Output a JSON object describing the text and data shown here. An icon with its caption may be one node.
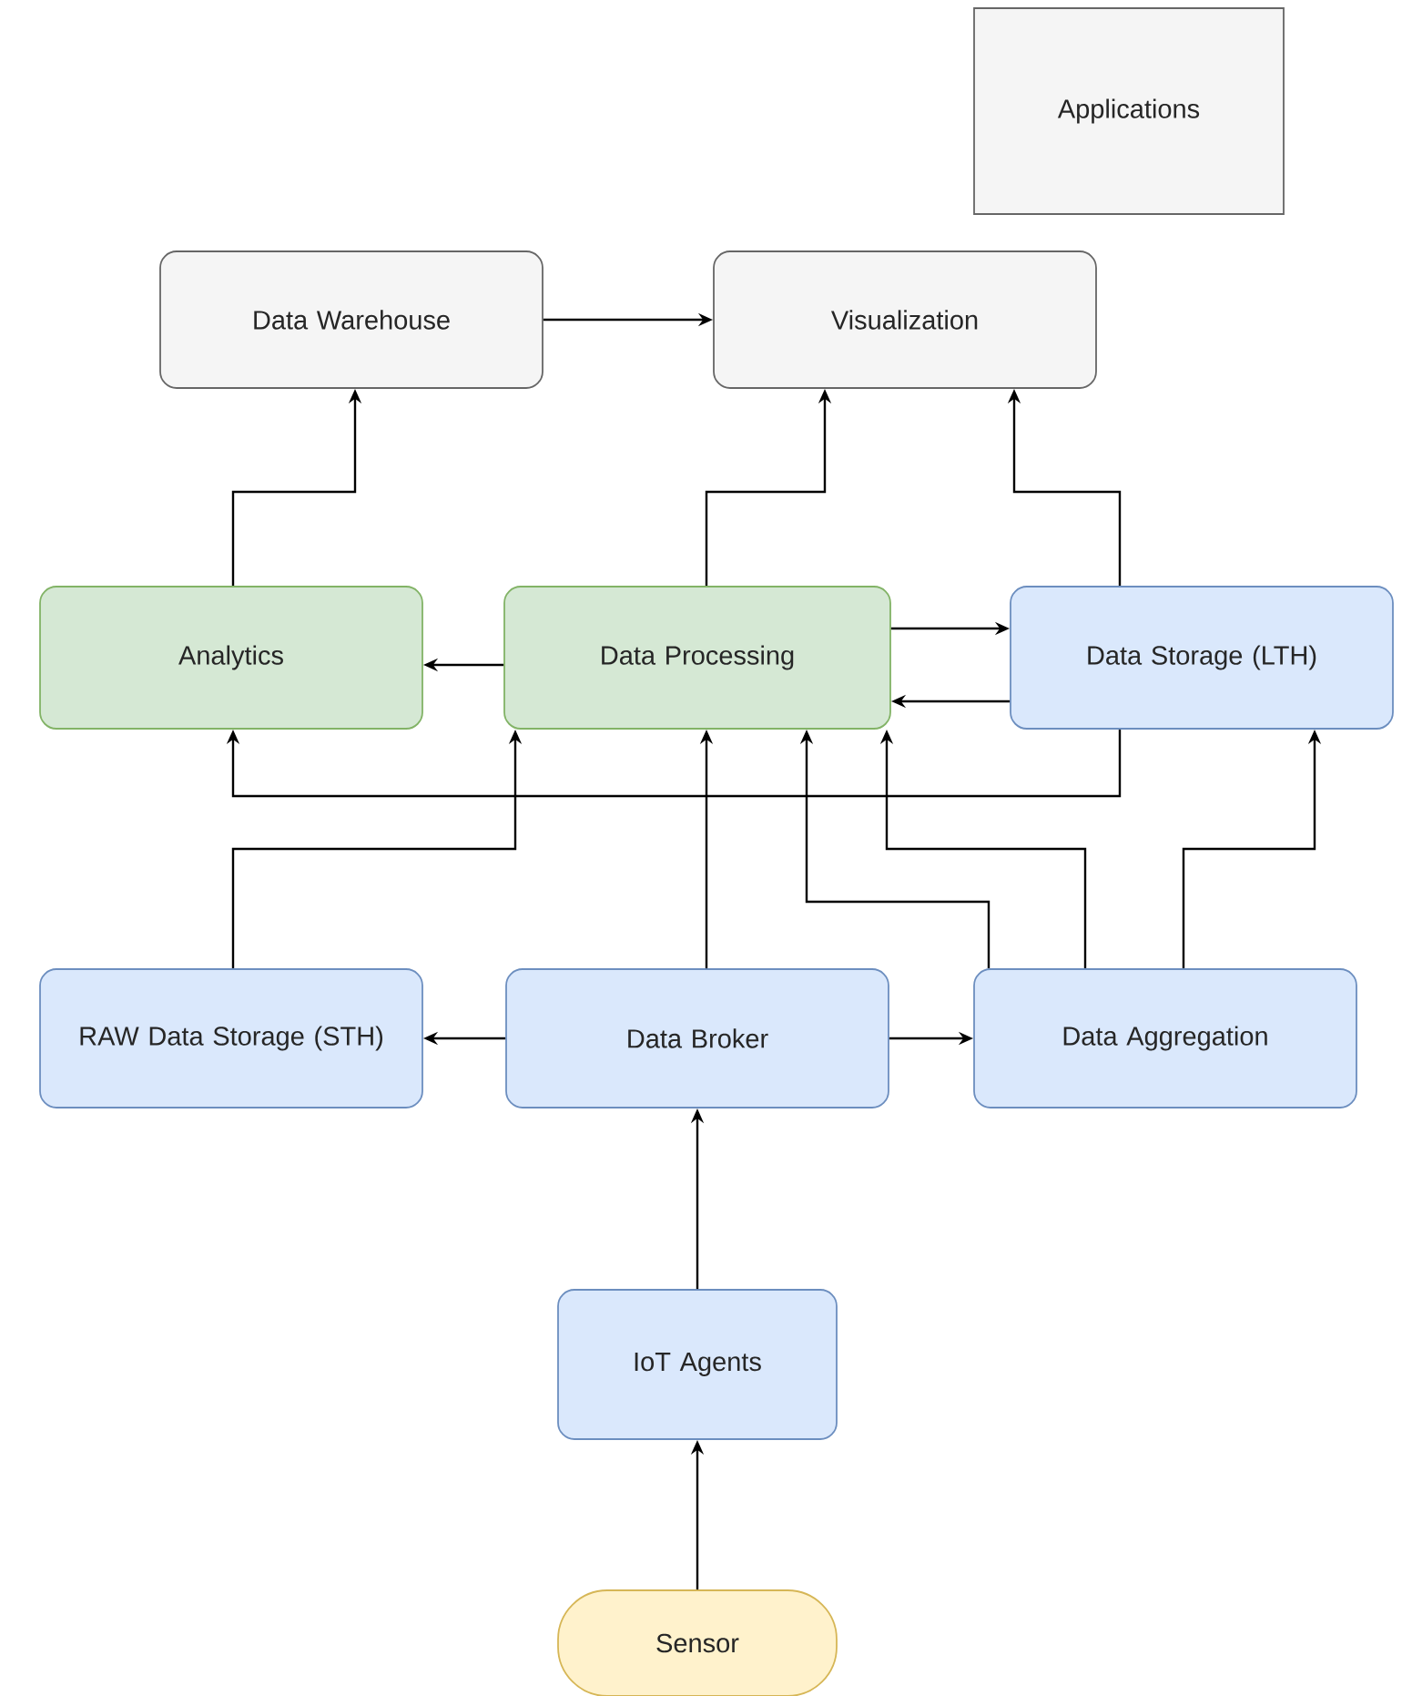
{
  "diagram": {
    "nodes": [
      {
        "text": [
          "Applications"
        ]
      },
      {
        "text": [
          "Data Warehouse"
        ]
      },
      {
        "text": [
          "Visualization"
        ]
      },
      {
        "text": [
          "Analytics"
        ]
      },
      {
        "text": [
          "Data Processing"
        ]
      },
      {
        "text": [
          "Data Storage (LTH)"
        ]
      },
      {
        "text": [
          "RAW Data Storage (STH)"
        ]
      },
      {
        "text": [
          "Data Broker"
        ]
      },
      {
        "text": [
          "Data Aggregation"
        ]
      },
      {
        "text": [
          "IoT Agents"
        ]
      },
      {
        "text": [
          "Sensor"
        ]
      }
    ],
    "edges": [
      {
        "from": 1,
        "to": 2,
        "arrow": "to"
      },
      {
        "from": 3,
        "to": 1,
        "arrow": "to"
      },
      {
        "from": 4,
        "to": 2,
        "arrow": "to"
      },
      {
        "from": 5,
        "to": 2,
        "arrow": "to"
      },
      {
        "from": 4,
        "to": 3,
        "arrow": "to"
      },
      {
        "from": 4,
        "to": 5,
        "arrow": "to"
      },
      {
        "from": 5,
        "to": 4,
        "arrow": "to"
      },
      {
        "from": 5,
        "to": 3,
        "arrow": "to"
      },
      {
        "from": 6,
        "to": 4,
        "arrow": "to"
      },
      {
        "from": 7,
        "to": 4,
        "arrow": "to"
      },
      {
        "from": 8,
        "to": 4,
        "arrow": "to"
      },
      {
        "from": 8,
        "to": 4,
        "arrow": "to"
      },
      {
        "from": 8,
        "to": 5,
        "arrow": "to"
      },
      {
        "from": 7,
        "to": 6,
        "arrow": "to"
      },
      {
        "from": 7,
        "to": 8,
        "arrow": "to"
      },
      {
        "from": 9,
        "to": 7,
        "arrow": "to"
      },
      {
        "from": 10,
        "to": 9,
        "arrow": "to"
      }
    ]
  }
}
